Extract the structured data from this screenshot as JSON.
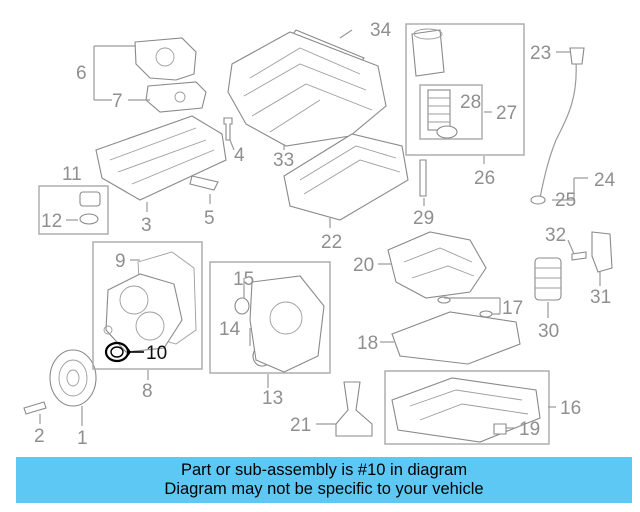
{
  "diagram": {
    "labels": [
      {
        "id": "34",
        "text": "34"
      },
      {
        "id": "6",
        "text": "6"
      },
      {
        "id": "7",
        "text": "7"
      },
      {
        "id": "4",
        "text": "4"
      },
      {
        "id": "33",
        "text": "33"
      },
      {
        "id": "23",
        "text": "23"
      },
      {
        "id": "28",
        "text": "28"
      },
      {
        "id": "27",
        "text": "27"
      },
      {
        "id": "26",
        "text": "26"
      },
      {
        "id": "24",
        "text": "24"
      },
      {
        "id": "25",
        "text": "25"
      },
      {
        "id": "11",
        "text": "11"
      },
      {
        "id": "12",
        "text": "12"
      },
      {
        "id": "3",
        "text": "3"
      },
      {
        "id": "5",
        "text": "5"
      },
      {
        "id": "29",
        "text": "29"
      },
      {
        "id": "22",
        "text": "22"
      },
      {
        "id": "32",
        "text": "32"
      },
      {
        "id": "31",
        "text": "31"
      },
      {
        "id": "9",
        "text": "9"
      },
      {
        "id": "15",
        "text": "15"
      },
      {
        "id": "20",
        "text": "20"
      },
      {
        "id": "17",
        "text": "17"
      },
      {
        "id": "14",
        "text": "14"
      },
      {
        "id": "30",
        "text": "30"
      },
      {
        "id": "18",
        "text": "18"
      },
      {
        "id": "10",
        "text": "10",
        "highlighted": true
      },
      {
        "id": "8",
        "text": "8"
      },
      {
        "id": "13",
        "text": "13"
      },
      {
        "id": "16",
        "text": "16"
      },
      {
        "id": "21",
        "text": "21"
      },
      {
        "id": "19",
        "text": "19"
      },
      {
        "id": "2",
        "text": "2"
      },
      {
        "id": "1",
        "text": "1"
      }
    ]
  },
  "footer": {
    "line1": "Part or sub-assembly is #10 in diagram",
    "line2": "Diagram may not be specific to your vehicle"
  },
  "colors": {
    "banner": "#5ec8f5",
    "label_gray": "#8f8f8f",
    "highlight": "#000000"
  }
}
